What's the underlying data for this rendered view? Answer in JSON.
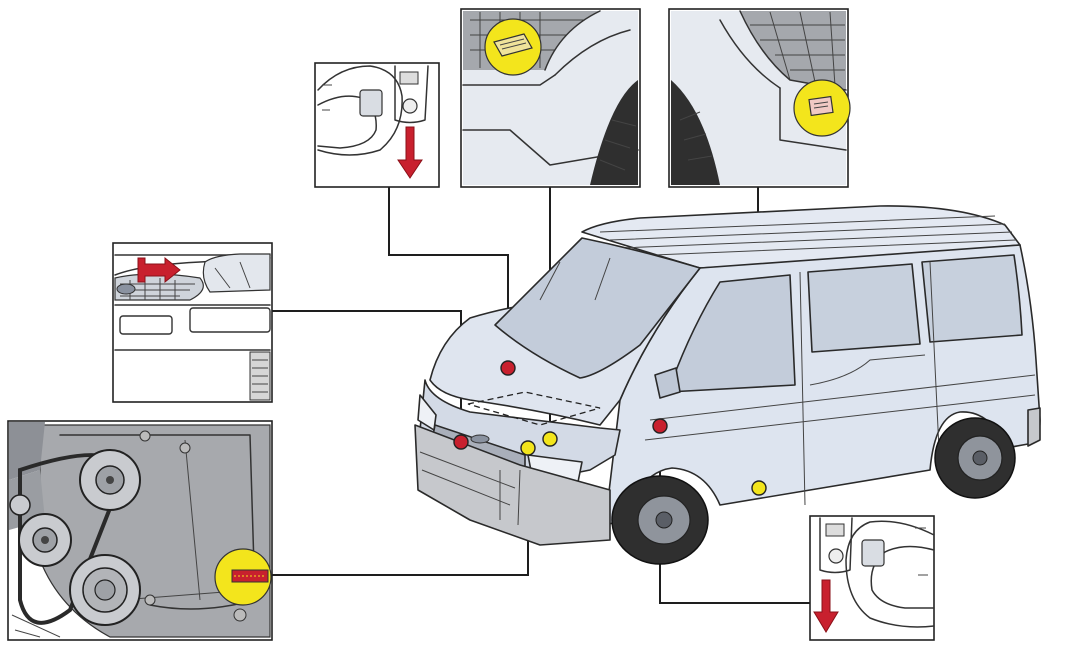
{
  "diagram": {
    "subject": "van-vin-and-plate-locations",
    "colors": {
      "background": "#ffffff",
      "van_body": "#dde4ef",
      "van_shadow": "#b9c3d3",
      "glass": "#c3ccda",
      "bumper": "#c6c8cc",
      "engine_gray": "#a7a9ad",
      "tire": "#2f2f2f",
      "marker_red": "#c8202e",
      "marker_yellow": "#f3e51c",
      "arrow_red": "#c8202e",
      "line": "#1e1e1e"
    },
    "insets": [
      {
        "id": "dashboard-left",
        "icon": "dashboard-vin-plate",
        "highlight": "red-arrow"
      },
      {
        "id": "wheel-arch-front",
        "icon": "wheel-arch-label",
        "highlight": "yellow-circle"
      },
      {
        "id": "wheel-arch-rear",
        "icon": "wheel-arch-label",
        "highlight": "yellow-circle"
      },
      {
        "id": "front-grille",
        "icon": "grille-plate",
        "highlight": "red-arrow"
      },
      {
        "id": "engine-block",
        "icon": "engine-number-stamp",
        "highlight": "yellow-circle"
      },
      {
        "id": "dashboard-right",
        "icon": "dashboard-vin-plate",
        "highlight": "red-arrow"
      }
    ],
    "markers": [
      {
        "id": "hood-center",
        "color": "red"
      },
      {
        "id": "grille-left",
        "color": "red"
      },
      {
        "id": "front-fender",
        "color": "red"
      },
      {
        "id": "windshield-base",
        "color": "yellow"
      },
      {
        "id": "headlight",
        "color": "yellow"
      },
      {
        "id": "side-sill",
        "color": "yellow"
      }
    ]
  }
}
